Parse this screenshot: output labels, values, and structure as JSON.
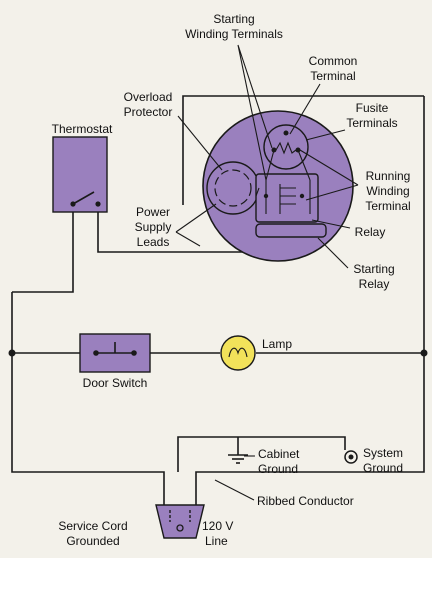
{
  "colors": {
    "background": "#f3f1ea",
    "component_fill": "#9a80be",
    "lamp_fill": "#f2e25a",
    "wire": "#1a1a1a"
  },
  "labels": {
    "starting_winding_1": "Starting",
    "starting_winding_2": "Winding Terminals",
    "common_1": "Common",
    "common_2": "Terminal",
    "overload_1": "Overload",
    "overload_2": "Protector",
    "fusite_1": "Fusite",
    "fusite_2": "Terminals",
    "thermostat": "Thermostat",
    "running_1": "Running",
    "running_2": "Winding",
    "running_3": "Terminal",
    "power_1": "Power",
    "power_2": "Supply",
    "power_3": "Leads",
    "relay": "Relay",
    "starting_relay_1": "Starting",
    "starting_relay_2": "Relay",
    "lamp": "Lamp",
    "door_switch": "Door Switch",
    "cabinet_1": "Cabinet",
    "cabinet_2": "Ground",
    "system_1": "System",
    "system_2": "Ground",
    "ribbed": "Ribbed Conductor",
    "service_1": "Service Cord",
    "service_2": "Grounded",
    "line_1": "120 V",
    "line_2": "Line"
  }
}
